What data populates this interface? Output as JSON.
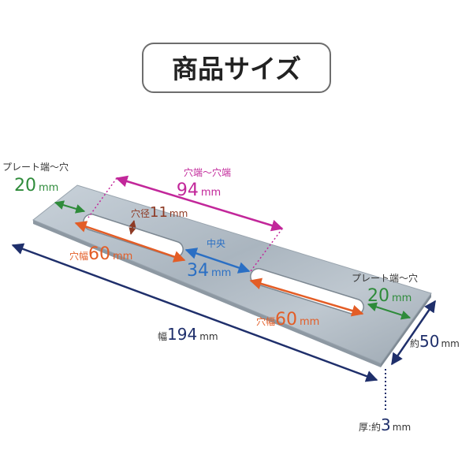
{
  "title": "商品サイズ",
  "colors": {
    "green": "#2e8b3a",
    "magenta": "#c2279a",
    "brown": "#8e3a24",
    "orange": "#e35d26",
    "blue": "#2a6fc4",
    "navy": "#1f2f6b",
    "gray": "#555555",
    "plate": "#b9c3cc",
    "plate_edge": "#9aa5af"
  },
  "labels": {
    "left_edge_hole": {
      "label": "プレート端～穴",
      "value": "20",
      "unit": "mm"
    },
    "hole_to_hole": {
      "label": "穴端～穴端",
      "value": "94",
      "unit": "mm"
    },
    "hole_diameter": {
      "label": "穴径",
      "value": "11",
      "unit": "mm"
    },
    "hole_width_left": {
      "label": "穴幅",
      "value": "60",
      "unit": "mm"
    },
    "center": {
      "label": "中央",
      "value": "34",
      "unit": "mm"
    },
    "right_edge_hole": {
      "label": "プレート端～穴",
      "value": "20",
      "unit": "mm"
    },
    "hole_width_right": {
      "label": "穴幅",
      "value": "60",
      "unit": "mm"
    },
    "total_width": {
      "label": "幅",
      "value": "194",
      "unit": "mm"
    },
    "height": {
      "label": "約",
      "value": "50",
      "unit": "mm"
    },
    "thickness": {
      "label": "厚:約",
      "value": "3",
      "unit": "mm"
    }
  }
}
